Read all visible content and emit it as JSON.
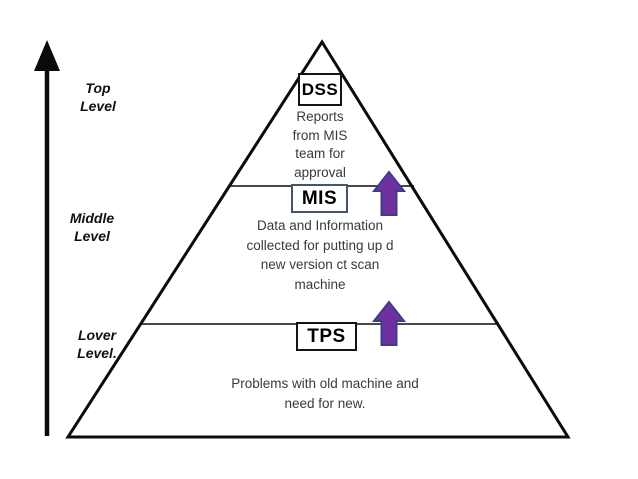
{
  "colors": {
    "background": "#ffffff",
    "line": "#0b0b0b",
    "body_text": "#3a3a3a",
    "box_border_dark": "#151515",
    "mis_box_border": "#44546A",
    "arrow_fill": "#7030A0",
    "arrow_stroke": "#3F3B8C"
  },
  "axis": {
    "top_label": "Top\nLevel",
    "middle_label": "Middle\nLevel",
    "lower_label": "Lover\nLevel."
  },
  "pyramid": {
    "levels": [
      {
        "name": "DSS",
        "description": "Reports\nfrom MIS\nteam for\napproval"
      },
      {
        "name": "MIS",
        "description": "Data and Information\ncollected for putting up d\nnew version ct scan\nmachine"
      },
      {
        "name": "TPS",
        "description": "Problems with old machine and\nneed for new."
      }
    ]
  }
}
